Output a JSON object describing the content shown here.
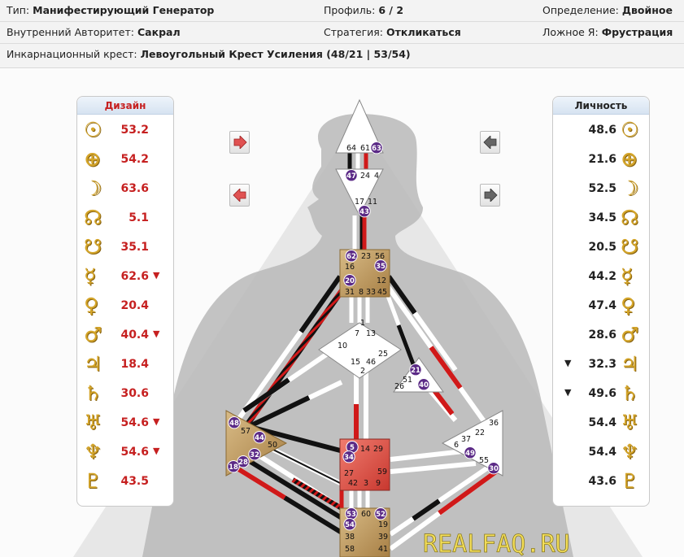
{
  "info": {
    "type_label": "Тип:",
    "type_value": "Манифестирующий Генератор",
    "profile_label": "Профиль:",
    "profile_value": "6 / 2",
    "definition_label": "Определение:",
    "definition_value": "Двойное",
    "authority_label": "Внутренний Авторитет:",
    "authority_value": "Сакрал",
    "strategy_label": "Стратегия:",
    "strategy_value": "Откликаться",
    "notself_label": "Ложное Я:",
    "notself_value": "Фрустрация",
    "cross_label": "Инкарнационный крест:",
    "cross_value": "Левоугольный Крест Усиления (48/21 | 53/54)"
  },
  "design": {
    "title": "Дизайн",
    "color": "#c62020",
    "rows": [
      {
        "planet": "sun-icon",
        "glyph": "☉",
        "value": "53.2",
        "mark": ""
      },
      {
        "planet": "earth-icon",
        "glyph": "⊕",
        "value": "54.2",
        "mark": ""
      },
      {
        "planet": "moon-icon",
        "glyph": "☽",
        "value": "63.6",
        "mark": ""
      },
      {
        "planet": "north-node-icon",
        "glyph": "☊",
        "value": "5.1",
        "mark": ""
      },
      {
        "planet": "south-node-icon",
        "glyph": "☋",
        "value": "35.1",
        "mark": ""
      },
      {
        "planet": "mercury-icon",
        "glyph": "☿",
        "value": "62.6",
        "mark": "▼"
      },
      {
        "planet": "venus-icon",
        "glyph": "♀",
        "value": "20.4",
        "mark": ""
      },
      {
        "planet": "mars-icon",
        "glyph": "♂",
        "value": "40.4",
        "mark": "▼"
      },
      {
        "planet": "jupiter-icon",
        "glyph": "♃",
        "value": "18.4",
        "mark": ""
      },
      {
        "planet": "saturn-icon",
        "glyph": "♄",
        "value": "30.6",
        "mark": ""
      },
      {
        "planet": "uranus-icon",
        "glyph": "♅",
        "value": "54.6",
        "mark": "▼"
      },
      {
        "planet": "neptune-icon",
        "glyph": "♆",
        "value": "54.6",
        "mark": "▼"
      },
      {
        "planet": "pluto-icon",
        "glyph": "♇",
        "value": "43.5",
        "mark": ""
      }
    ]
  },
  "personality": {
    "title": "Личность",
    "color": "#222222",
    "rows": [
      {
        "planet": "sun-icon",
        "glyph": "☉",
        "value": "48.6",
        "mark": ""
      },
      {
        "planet": "earth-icon",
        "glyph": "⊕",
        "value": "21.6",
        "mark": ""
      },
      {
        "planet": "moon-icon",
        "glyph": "☽",
        "value": "52.5",
        "mark": ""
      },
      {
        "planet": "north-node-icon",
        "glyph": "☊",
        "value": "34.5",
        "mark": ""
      },
      {
        "planet": "south-node-icon",
        "glyph": "☋",
        "value": "20.5",
        "mark": ""
      },
      {
        "planet": "mercury-icon",
        "glyph": "☿",
        "value": "44.2",
        "mark": ""
      },
      {
        "planet": "venus-icon",
        "glyph": "♀",
        "value": "47.4",
        "mark": ""
      },
      {
        "planet": "mars-icon",
        "glyph": "♂",
        "value": "28.6",
        "mark": ""
      },
      {
        "planet": "jupiter-icon",
        "glyph": "♃",
        "value": "32.3",
        "mark": "▼"
      },
      {
        "planet": "saturn-icon",
        "glyph": "♄",
        "value": "49.6",
        "mark": "▼"
      },
      {
        "planet": "uranus-icon",
        "glyph": "♅",
        "value": "54.4",
        "mark": ""
      },
      {
        "planet": "neptune-icon",
        "glyph": "♆",
        "value": "54.4",
        "mark": ""
      },
      {
        "planet": "pluto-icon",
        "glyph": "♇",
        "value": "43.6",
        "mark": ""
      }
    ]
  },
  "bodygraph": {
    "head_gates": [
      "64",
      "61",
      "63"
    ],
    "ajna_gates": [
      "47",
      "24",
      "4",
      "17",
      "11",
      "43"
    ],
    "throat_gates": [
      "62",
      "23",
      "56",
      "16",
      "35",
      "20",
      "12",
      "31",
      "8",
      "33",
      "45"
    ],
    "g_gates": [
      "1",
      "7",
      "13",
      "10",
      "25",
      "15",
      "46",
      "2"
    ],
    "heart_gates": [
      "21",
      "51",
      "26",
      "40"
    ],
    "spleen_gates": [
      "48",
      "57",
      "44",
      "50",
      "32",
      "28",
      "18"
    ],
    "sacral_gates": [
      "5",
      "14",
      "29",
      "34",
      "27",
      "59",
      "42",
      "3",
      "9"
    ],
    "solar_gates": [
      "36",
      "22",
      "6",
      "37",
      "49",
      "55",
      "30"
    ],
    "root_gates": [
      "53",
      "60",
      "52",
      "54",
      "19",
      "38",
      "39",
      "58",
      "41"
    ],
    "active_gates": [
      "63",
      "47",
      "43",
      "62",
      "35",
      "20",
      "21",
      "40",
      "48",
      "44",
      "32",
      "28",
      "18",
      "5",
      "34",
      "49",
      "30",
      "53",
      "52",
      "54"
    ],
    "defined_color": "#c8a46a",
    "sacral_color": "#e0564e",
    "personality_channel_color": "#111111",
    "design_channel_color": "#d01919"
  },
  "nav": {
    "design_next_icon": "arrow-right-red-icon",
    "design_prev_icon": "arrow-left-red-icon",
    "personality_prev_icon": "arrow-left-grey-icon",
    "personality_next_icon": "arrow-right-grey-icon"
  },
  "watermark": "REALFAQ.RU"
}
